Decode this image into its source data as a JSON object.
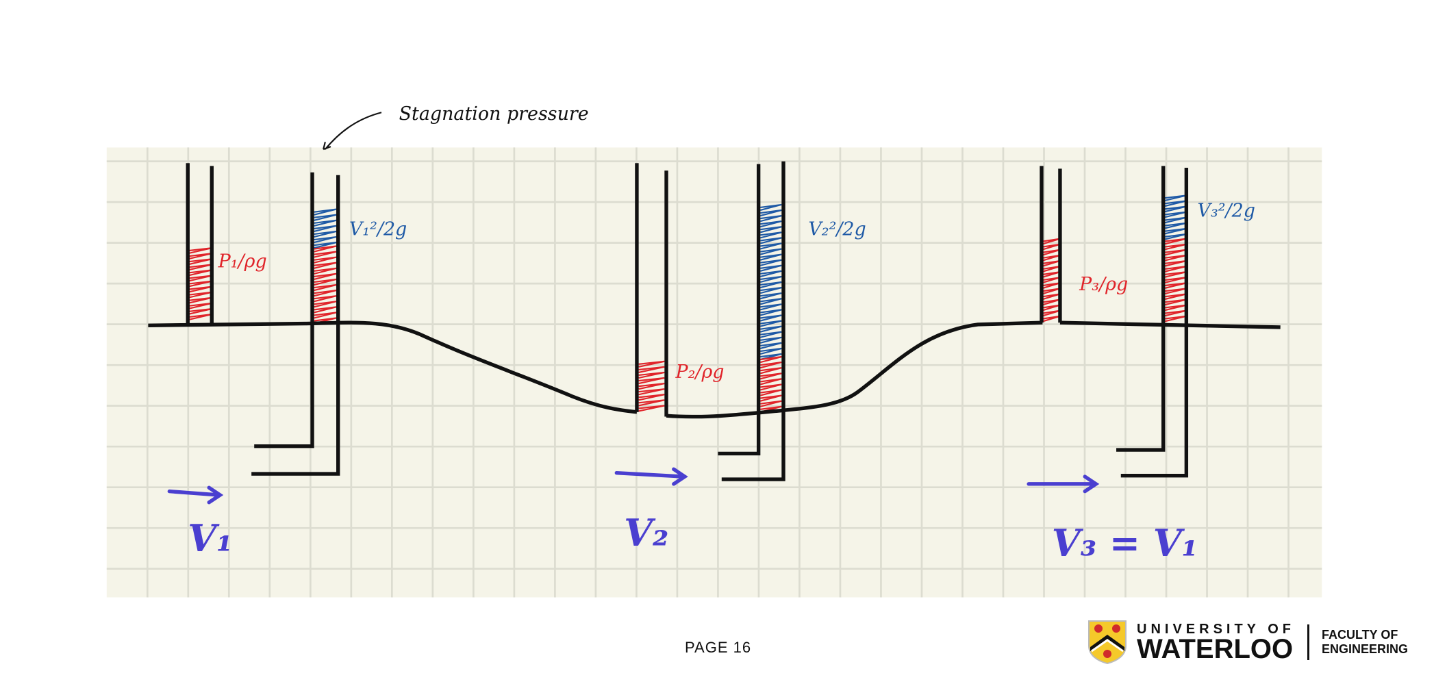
{
  "annotation": "Stagnation pressure",
  "labels": {
    "p1": "P₁/ρg",
    "v1h": "V₁²/2g",
    "p2": "P₂/ρg",
    "v2h": "V₂²/2g",
    "p3": "P₃/ρg",
    "v3h": "V₃²/2g",
    "v1": "V₁",
    "v2": "V₂",
    "v3": "V₃ = V₁"
  },
  "footer": {
    "page": "PAGE  16",
    "logo_line1": "UNIVERSITY OF",
    "logo_line2": "WATERLOO",
    "faculty_line1": "FACULTY OF",
    "faculty_line2": "ENGINEERING"
  },
  "colors": {
    "grid_bg": "#f5f4e8",
    "grid_line": "#dcdcd0",
    "red": "#e0242a",
    "blue": "#1f5aa6",
    "arrow": "#4a3fd0",
    "ink": "#111111"
  }
}
